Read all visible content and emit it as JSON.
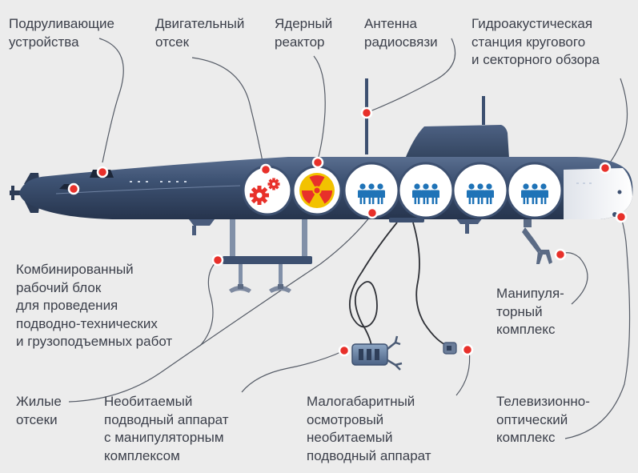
{
  "labels": {
    "thrusters": "Подруливающие\nустройства",
    "engine": "Двигательный\nотсек",
    "reactor": "Ядерный\nреактор",
    "antenna": "Антенна\nрадиосвязи",
    "sonar": "Гидроакустическая\nстанция кругового\nи секторного обзора",
    "work_unit": "Комбинированный\nрабочий блок\nдля проведения\nподводно-технических\nи грузоподъемных работ",
    "manipulator": "Манипуля-\nторный\nкомплекс",
    "living": "Жилые\nотсеки",
    "rov": "Необитаемый\nподводный аппарат\nс манипуляторным\nкомплексом",
    "small_rov": "Малогабаритный\nосмотровый\nнеобитаемый\nподводный аппарат",
    "tv": "Телевизионно-\nоптический\nкомплекс"
  },
  "colors": {
    "background": "#ececec",
    "hull": "#3d5070",
    "marker": "#e8302a",
    "leader": "#555b66",
    "people": "#1f73b7",
    "reactor": "#f2c200",
    "gear": "#e8302a",
    "text": "#3b3f4a"
  },
  "icons": {
    "compartment_1": "gear-icon",
    "compartment_2": "radiation-icon",
    "compartment_3_6": "people-icon"
  }
}
